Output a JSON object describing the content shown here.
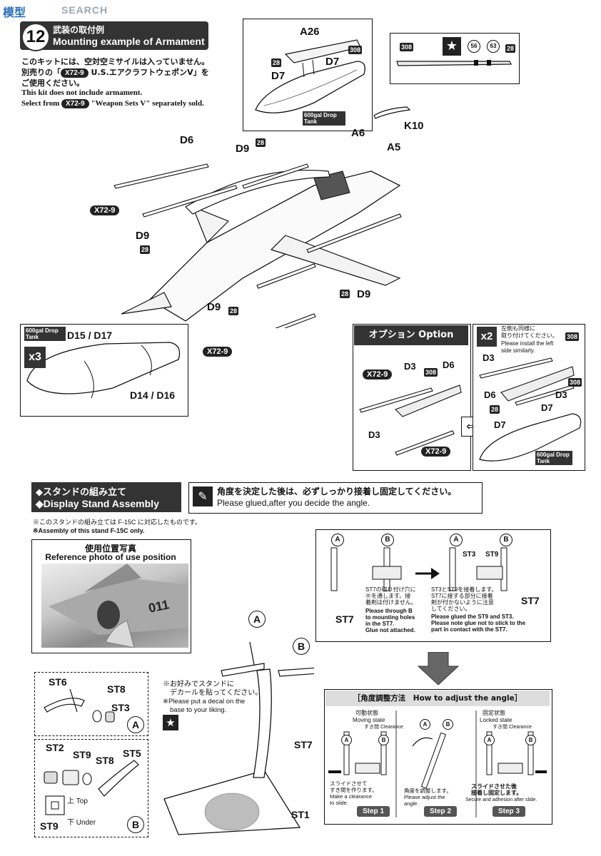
{
  "watermark": {
    "logo_text": "模型",
    "site_text": "SEARCH"
  },
  "step12": {
    "number": "12",
    "title_jp": "武装の取付例",
    "title_en": "Mounting example of Armament",
    "note_jp_1": "このキットには、空対空ミサイルは入っていません。",
    "note_jp_2a": "別売りの「",
    "note_jp_2b": " U.S.エアクラフトウェポンV」を",
    "note_jp_3": "ご使用ください。",
    "note_en_1": "This kit does not include armament.",
    "note_en_2a": "Select from ",
    "note_en_2b": " \"Weapon Sets V\" separately sold.",
    "weapon_set_code": "X72-9"
  },
  "tank_detail": {
    "part_pylon": "A26",
    "part_tank": "D7",
    "part_screw": "D7",
    "code_308": "308",
    "code_28": "28",
    "tank_label": "600gal Drop Tank"
  },
  "rail_detail": {
    "code_308": "308",
    "code_56": "56",
    "code_63": "63",
    "code_28": "28",
    "part_rail": "K10"
  },
  "main_labels": {
    "d6": "D6",
    "d9_a": "D9",
    "d9_b": "D9",
    "d9_c": "D9",
    "d9_d": "D9",
    "a6": "A6",
    "a5": "A5",
    "x72_a": "X72-9",
    "x72_b": "X72-9",
    "c28": "28"
  },
  "tank_box": {
    "tank_label": "600gal Drop Tank",
    "mult": "x3",
    "top_parts": "D15 / D17",
    "bottom_parts": "D14 / D16"
  },
  "option_box": {
    "title": "オプション Option",
    "d3_a": "D3",
    "d6": "D6",
    "d3_b": "D3",
    "code_308": "308",
    "x72_a": "X72-9",
    "x72_b": "X72-9"
  },
  "x2_box": {
    "mult": "x2",
    "note_jp_1": "左側も同様に",
    "note_jp_2": "取り付けてください。",
    "note_en_1": "Please install the left",
    "note_en_2": "side similarly.",
    "d3_a": "D3",
    "d6": "D6",
    "d3_b": "D3",
    "d7_a": "D7",
    "d7_b": "D7",
    "code_308_a": "308",
    "code_308_b": "308",
    "code_28": "28",
    "tank_label": "600gal Drop Tank"
  },
  "stand": {
    "title_jp": "◆スタンドの組み立て",
    "title_en": "◆Display Stand Assembly",
    "glue_jp": "角度を決定した後は、必ずしっかり接着し固定してください。",
    "glue_en": "Please glued,after you decide the angle.",
    "note_jp": "※このスタンドの組み立ては F-15C に対応したものです。",
    "note_en": "※Assembly of this stand F-15C only.",
    "photo_title_jp": "使用位置写真",
    "photo_title_en": "Reference photo of use position",
    "tail_number": "011",
    "decal_jp_1": "※お好みでスタンドに",
    "decal_jp_2": "デカールを貼ってください。",
    "decal_en_1": "※Please put a decal on the",
    "decal_en_2": "base to your liking.",
    "st7": "ST7",
    "st1": "ST1",
    "circle_a": "A",
    "circle_b": "B"
  },
  "stand_parts_a": {
    "st6": "ST6",
    "st8": "ST8",
    "st3": "ST3",
    "tag": "A"
  },
  "stand_parts_b": {
    "st2": "ST2",
    "st9": "ST9",
    "st8": "ST8",
    "st5": "ST5",
    "st9_b": "ST9",
    "top_jp": "上",
    "top_en": "Top",
    "under_jp": "下",
    "under_en": "Under",
    "tag": "B"
  },
  "callout": {
    "a": "A",
    "b": "B",
    "st7_left": "ST7",
    "st7_right": "ST7",
    "st3": "ST3",
    "st9": "ST9",
    "left_jp_1": "ST7の取り付け穴に",
    "left_jp_2": "Ⓑを通します。接",
    "left_jp_3": "着剤は付けません。",
    "left_en_1": "Please through B",
    "left_en_2": "to mounting holes",
    "left_en_3": "in the ST7.",
    "left_en_4": "Glue not attached.",
    "right_jp_1": "ST3とST9を接着します。",
    "right_jp_2": "ST7に接する部分に接着",
    "right_jp_3": "剤が付かないように注意",
    "right_jp_4": "してください。",
    "right_en_1": "Please glued the ST9 and ST3.",
    "right_en_2": "Please note glue not to stick to the",
    "right_en_3": "part in contact with the ST7."
  },
  "angle_box": {
    "title": "［角度調整方法　How to adjust the angle］",
    "moving_jp": "可動状態",
    "moving_en": "Moving state",
    "locked_jp": "固定状態",
    "locked_en": "Locked state",
    "clearance_jp": "すき間",
    "clearance_en": "Clearance",
    "slide_jp_1": "スライドさせて",
    "slide_jp_2": "すき間を作ります。",
    "slide_en_1": "Make a clearance",
    "slide_en_2": "to slide.",
    "adjust_jp": "角度を調整します。",
    "adjust_en_1": "Please adjust the",
    "adjust_en_2": "angle.",
    "secure_jp_1": "スライドさせた後",
    "secure_jp_2": "接着し固定します。",
    "secure_en": "Secure and adhesion after slide.",
    "step1": "Step 1",
    "step2": "Step 2",
    "step3": "Step 3",
    "a": "A",
    "b": "B"
  }
}
